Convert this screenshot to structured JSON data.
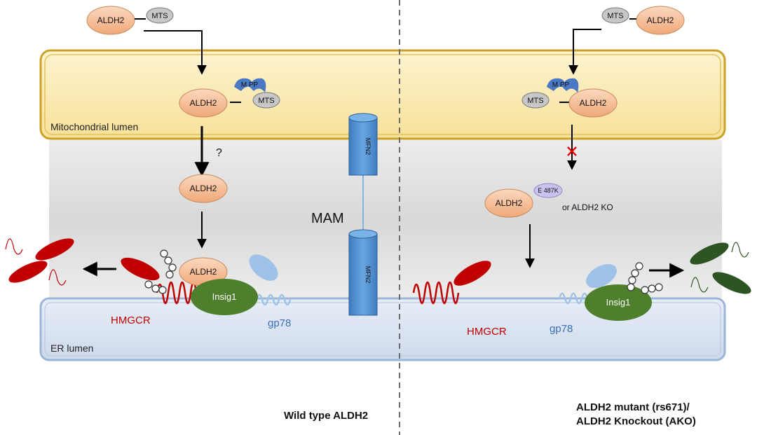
{
  "regions": {
    "mito": "Mitochondrial lumen",
    "er": "ER lumen",
    "mam": "MAM"
  },
  "proteins": {
    "aldh2": "ALDH2",
    "mts": "MTS",
    "mpp": "M PP",
    "mfn2": "MFN2",
    "insig1": "Insig1",
    "hmgcr": "HMGCR",
    "gp78": "gp78"
  },
  "mutant": {
    "mutation": "E 487K",
    "or_ko": "or ALDH2 KO"
  },
  "question_mark": "?",
  "captions": {
    "wild_type": "Wild type ALDH2",
    "mutant_line1": "ALDH2 mutant (rs671)/",
    "mutant_line2": "ALDH2 Knockout (AKO)"
  },
  "colors": {
    "aldh2_fill": "#f7c4a0",
    "mts_fill": "#c7c7c7",
    "mpp_fill": "#4a78c4",
    "mfn2_fill": "#4f8fce",
    "insig1_fill": "#4e7f2d",
    "hmgcr_color": "#c00000",
    "gp78_color": "#9fc3e8",
    "ubiquitin_fill": "#ffffff",
    "degraded_wt": "#c00000",
    "degraded_mutant": "#2f5424",
    "mito_fill": "#fbeab3",
    "mito_border": "#c9a227",
    "er_fill": "#dde7f3",
    "er_border": "#9db6d8",
    "block_x": "#e00000"
  }
}
